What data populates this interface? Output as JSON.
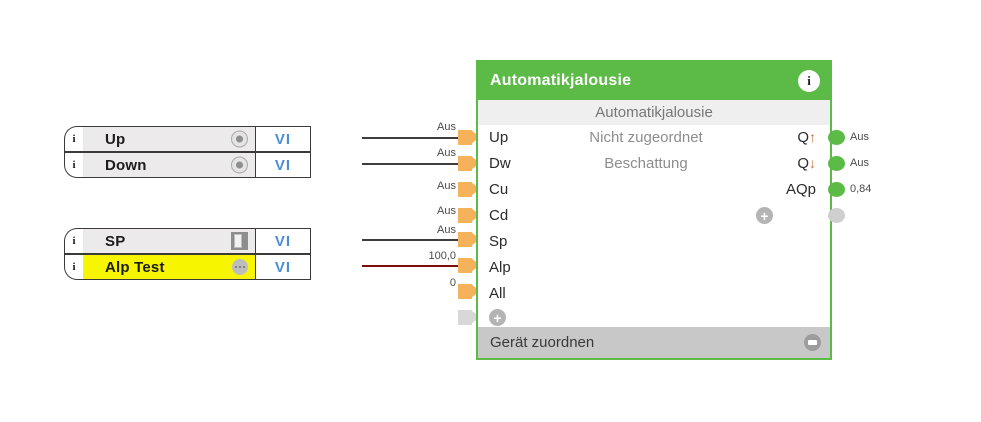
{
  "canvas": {
    "accent_green": "#5cba47",
    "connector_orange": "#f5b25a",
    "wire_gray": "#3d3d3d",
    "wire_red": "#7c0d0d",
    "highlight_yellow": "#f8f500"
  },
  "source_nodes": [
    {
      "id": "up",
      "badge": "i",
      "label": "Up",
      "icon": "radio-icon",
      "type_label": "VI",
      "highlighted": false
    },
    {
      "id": "down",
      "badge": "i",
      "label": "Down",
      "icon": "radio-icon",
      "type_label": "VI",
      "highlighted": false
    },
    {
      "id": "sp",
      "badge": "i",
      "label": "SP",
      "icon": "slider-icon",
      "type_label": "VI",
      "highlighted": false
    },
    {
      "id": "alp-test",
      "badge": "i",
      "label": "Alp Test",
      "icon": "dots-icon",
      "type_label": "VI",
      "highlighted": true
    }
  ],
  "block": {
    "title": "Automatikjalousie",
    "info_icon": "i",
    "subtitle": "Automatikjalousie",
    "footer_label": "Gerät zuordnen",
    "footer_icon": "gear-icon",
    "add_input_icon": "plus-icon",
    "add_output_icon": "plus-icon",
    "rows": [
      {
        "input": "Up",
        "middle": "Nicht zugeordnet",
        "output": "Q",
        "output_arrow": "↑"
      },
      {
        "input": "Dw",
        "middle": "Beschattung",
        "output": "Q",
        "output_arrow": "↓"
      },
      {
        "input": "Cu",
        "middle": "",
        "output": "AQp",
        "output_arrow": ""
      },
      {
        "input": "Cd",
        "middle": "",
        "output": "",
        "output_arrow": ""
      },
      {
        "input": "Sp",
        "middle": "",
        "output": "",
        "output_arrow": ""
      },
      {
        "input": "Alp",
        "middle": "",
        "output": "",
        "output_arrow": ""
      },
      {
        "input": "All",
        "middle": "",
        "output": "",
        "output_arrow": ""
      }
    ],
    "input_values": [
      "Aus",
      "Aus",
      "Aus",
      "Aus",
      "Aus",
      "100,0",
      "0"
    ],
    "output_values": [
      "Aus",
      "Aus",
      "0,84"
    ]
  }
}
